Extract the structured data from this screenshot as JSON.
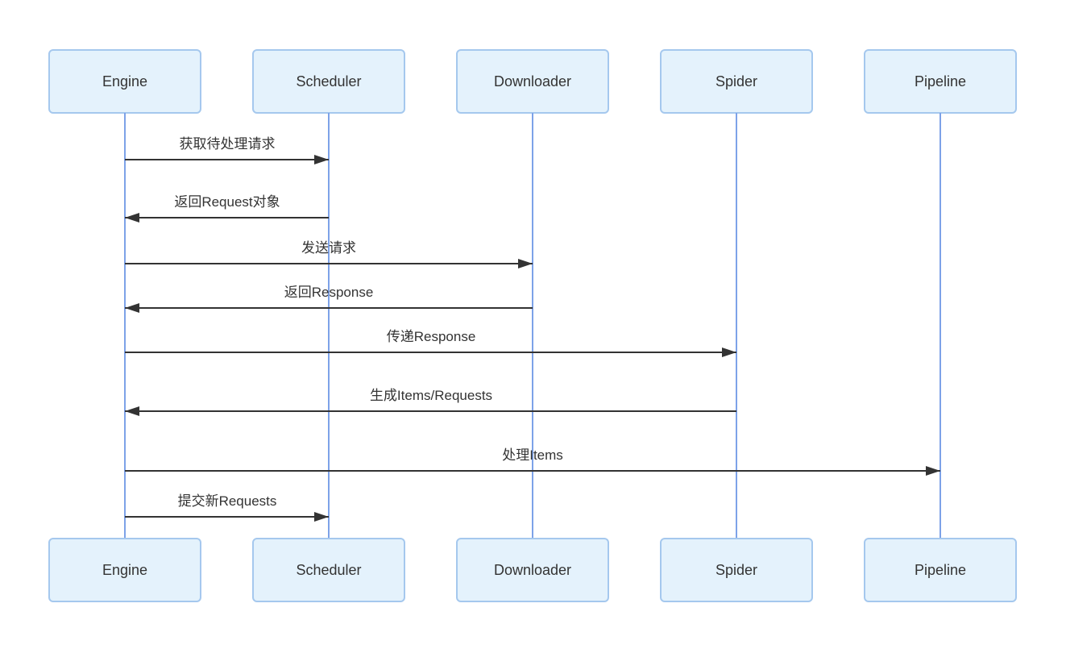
{
  "diagram": {
    "type": "sequence-diagram",
    "subject": "Scrapy crawling workflow",
    "background_color": "#ffffff"
  },
  "colors": {
    "actor_fill": "#e4f2fc",
    "actor_border": "#a5c8ee",
    "lifeline": "#7da2e8",
    "arrow": "#333333",
    "text": "#333333"
  },
  "actors": [
    {
      "name": "Engine"
    },
    {
      "name": "Scheduler"
    },
    {
      "name": "Downloader"
    },
    {
      "name": "Spider"
    },
    {
      "name": "Pipeline"
    }
  ],
  "messages": [
    {
      "label": "获取待处理请求",
      "from": "Engine",
      "to": "Scheduler",
      "direction": "right"
    },
    {
      "label": "返回Request对象",
      "from": "Scheduler",
      "to": "Engine",
      "direction": "left"
    },
    {
      "label": "发送请求",
      "from": "Engine",
      "to": "Downloader",
      "direction": "right"
    },
    {
      "label": "返回Response",
      "from": "Downloader",
      "to": "Engine",
      "direction": "left"
    },
    {
      "label": "传递Response",
      "from": "Engine",
      "to": "Spider",
      "direction": "right"
    },
    {
      "label": "生成Items/Requests",
      "from": "Spider",
      "to": "Engine",
      "direction": "left"
    },
    {
      "label": "处理Items",
      "from": "Engine",
      "to": "Pipeline",
      "direction": "right"
    },
    {
      "label": "提交新Requests",
      "from": "Engine",
      "to": "Scheduler",
      "direction": "right"
    }
  ]
}
